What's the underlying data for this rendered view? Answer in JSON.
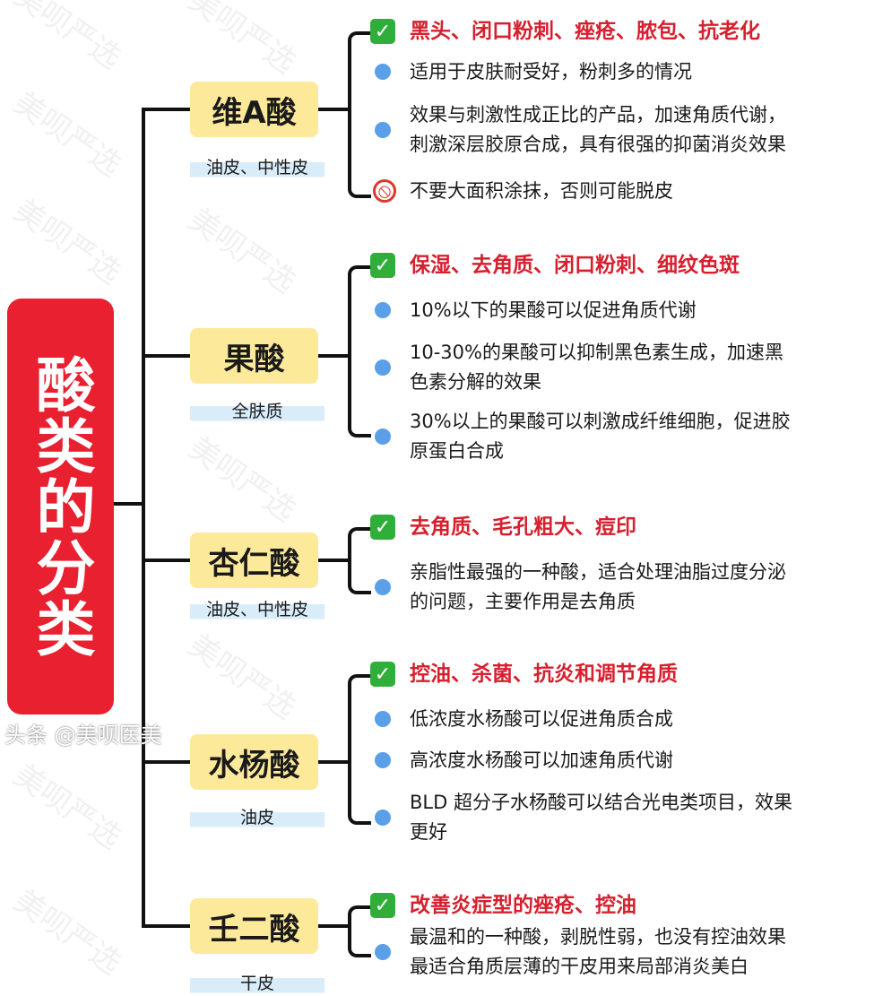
{
  "root": {
    "title": "酸类的分类",
    "color": "#e8202f"
  },
  "watermark": "美呗严选",
  "credit": "头条 @美呗医美",
  "categories": [
    {
      "name": "维A酸",
      "skin": "油皮、中性皮",
      "items": [
        {
          "icon": "check-icon",
          "text": "黑头、闭口粉刺、痤疮、脓包、抗老化"
        },
        {
          "icon": "dot-icon",
          "text": "适用于皮肤耐受好，粉刺多的情况"
        },
        {
          "icon": "dot-icon",
          "text": "效果与刺激性成正比的产品，加速角质代谢，\n刺激深层胶原合成，具有很强的抑菌消炎效果"
        },
        {
          "icon": "prohibited-icon",
          "text": "不要大面积涂抹，否则可能脱皮"
        }
      ]
    },
    {
      "name": "果酸",
      "skin": "全肤质",
      "items": [
        {
          "icon": "check-icon",
          "text": "保湿、去角质、闭口粉刺、细纹色斑"
        },
        {
          "icon": "dot-icon",
          "text": "10%以下的果酸可以促进角质代谢"
        },
        {
          "icon": "dot-icon",
          "text": "10-30%的果酸可以抑制黑色素生成，加速黑\n色素分解的效果"
        },
        {
          "icon": "dot-icon",
          "text": "30%以上的果酸可以刺激成纤维细胞，促进胶\n原蛋白合成"
        }
      ]
    },
    {
      "name": "杏仁酸",
      "skin": "油皮、中性皮",
      "items": [
        {
          "icon": "check-icon",
          "text": "去角质、毛孔粗大、痘印"
        },
        {
          "icon": "dot-icon",
          "text": "亲脂性最强的一种酸，适合处理油脂过度分泌\n的问题，主要作用是去角质"
        }
      ]
    },
    {
      "name": "水杨酸",
      "skin": "油皮",
      "items": [
        {
          "icon": "check-icon",
          "text": "控油、杀菌、抗炎和调节角质"
        },
        {
          "icon": "dot-icon",
          "text": "低浓度水杨酸可以促进角质合成"
        },
        {
          "icon": "dot-icon",
          "text": "高浓度水杨酸可以加速角质代谢"
        },
        {
          "icon": "dot-icon",
          "text": "BLD 超分子水杨酸可以结合光电类项目，效果\n更好"
        }
      ]
    },
    {
      "name": "壬二酸",
      "skin": "干皮",
      "items": [
        {
          "icon": "check-icon",
          "text": "改善炎症型的痤疮、控油"
        },
        {
          "icon": "dot-icon",
          "text": "最温和的一种酸，剥脱性弱，也没有控油效果\n最适合角质层薄的干皮用来局部消炎美白"
        }
      ]
    }
  ]
}
